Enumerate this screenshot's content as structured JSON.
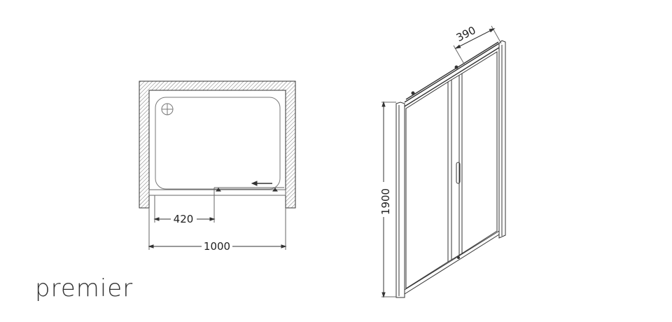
{
  "brand": {
    "name": "premier"
  },
  "plan_view": {
    "opening_width": "1000",
    "door_width": "420"
  },
  "elevation_view": {
    "height": "1900",
    "depth": "390"
  },
  "colors": {
    "line": "#333333",
    "hatch": "#555555"
  }
}
